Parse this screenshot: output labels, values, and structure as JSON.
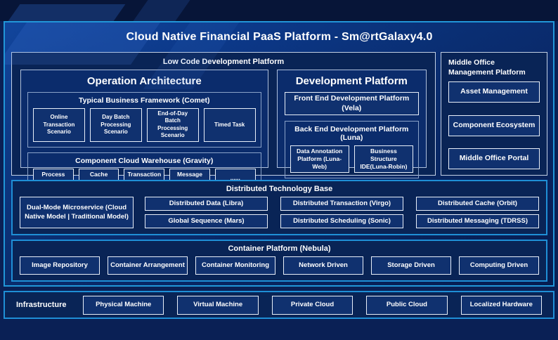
{
  "title": "Cloud Native Financial PaaS Platform - Sm@rtGalaxy4.0",
  "colors": {
    "frame_border": "#2196d8",
    "section_border": "#1f8fd6",
    "panel_fill": "#092456",
    "box_border": "#e8eff9"
  },
  "low_code": {
    "label": "Low Code Development Platform",
    "operation_architecture": {
      "title": "Operation Architecture",
      "typical_business": {
        "title": "Typical Business Framework (Comet)",
        "items": [
          "Online Transaction Scenario",
          "Day Batch Processing Scenario",
          "End-of-Day Batch Processing Scenario",
          "Timed Task"
        ]
      },
      "component_cloud": {
        "title": "Component Cloud Warehouse (Gravity)",
        "items": [
          "Process Engine",
          "Cache Access",
          "Transaction Processing",
          "Message Access",
          "......"
        ]
      }
    },
    "development_platform": {
      "title": "Development Platform",
      "front_end": "Front End Development Platform (Vela)",
      "back_end": {
        "title": "Back End Development Platform (Luna)",
        "items": [
          "Data Annotation Platform (Luna-Web)",
          "Business Structure IDE(Luna-Robin)"
        ]
      }
    }
  },
  "middle_office": {
    "label": "Middle Office Management Platform",
    "items": [
      "Asset Management",
      "Component Ecosystem",
      "Middle Office Portal"
    ]
  },
  "distributed": {
    "label": "Distributed Technology Base",
    "dual_mode": "Dual-Mode Microservice (Cloud Native Model | Traditional Model)",
    "grid": [
      "Distributed Data (Libra)",
      "Distributed Transaction (Virgo)",
      "Distributed Cache (Orbit)",
      "Global Sequence (Mars)",
      "Distributed Scheduling (Sonic)",
      "Distributed Messaging (TDRSS)"
    ]
  },
  "container_platform": {
    "label": "Container Platform (Nebula)",
    "items": [
      "Image Repository",
      "Container Arrangement",
      "Container Monitoring",
      "Network Driven",
      "Storage Driven",
      "Computing Driven"
    ]
  },
  "infrastructure": {
    "label": "Infrastructure",
    "items": [
      "Physical Machine",
      "Virtual Machine",
      "Private Cloud",
      "Public Cloud",
      "Localized Hardware"
    ]
  }
}
